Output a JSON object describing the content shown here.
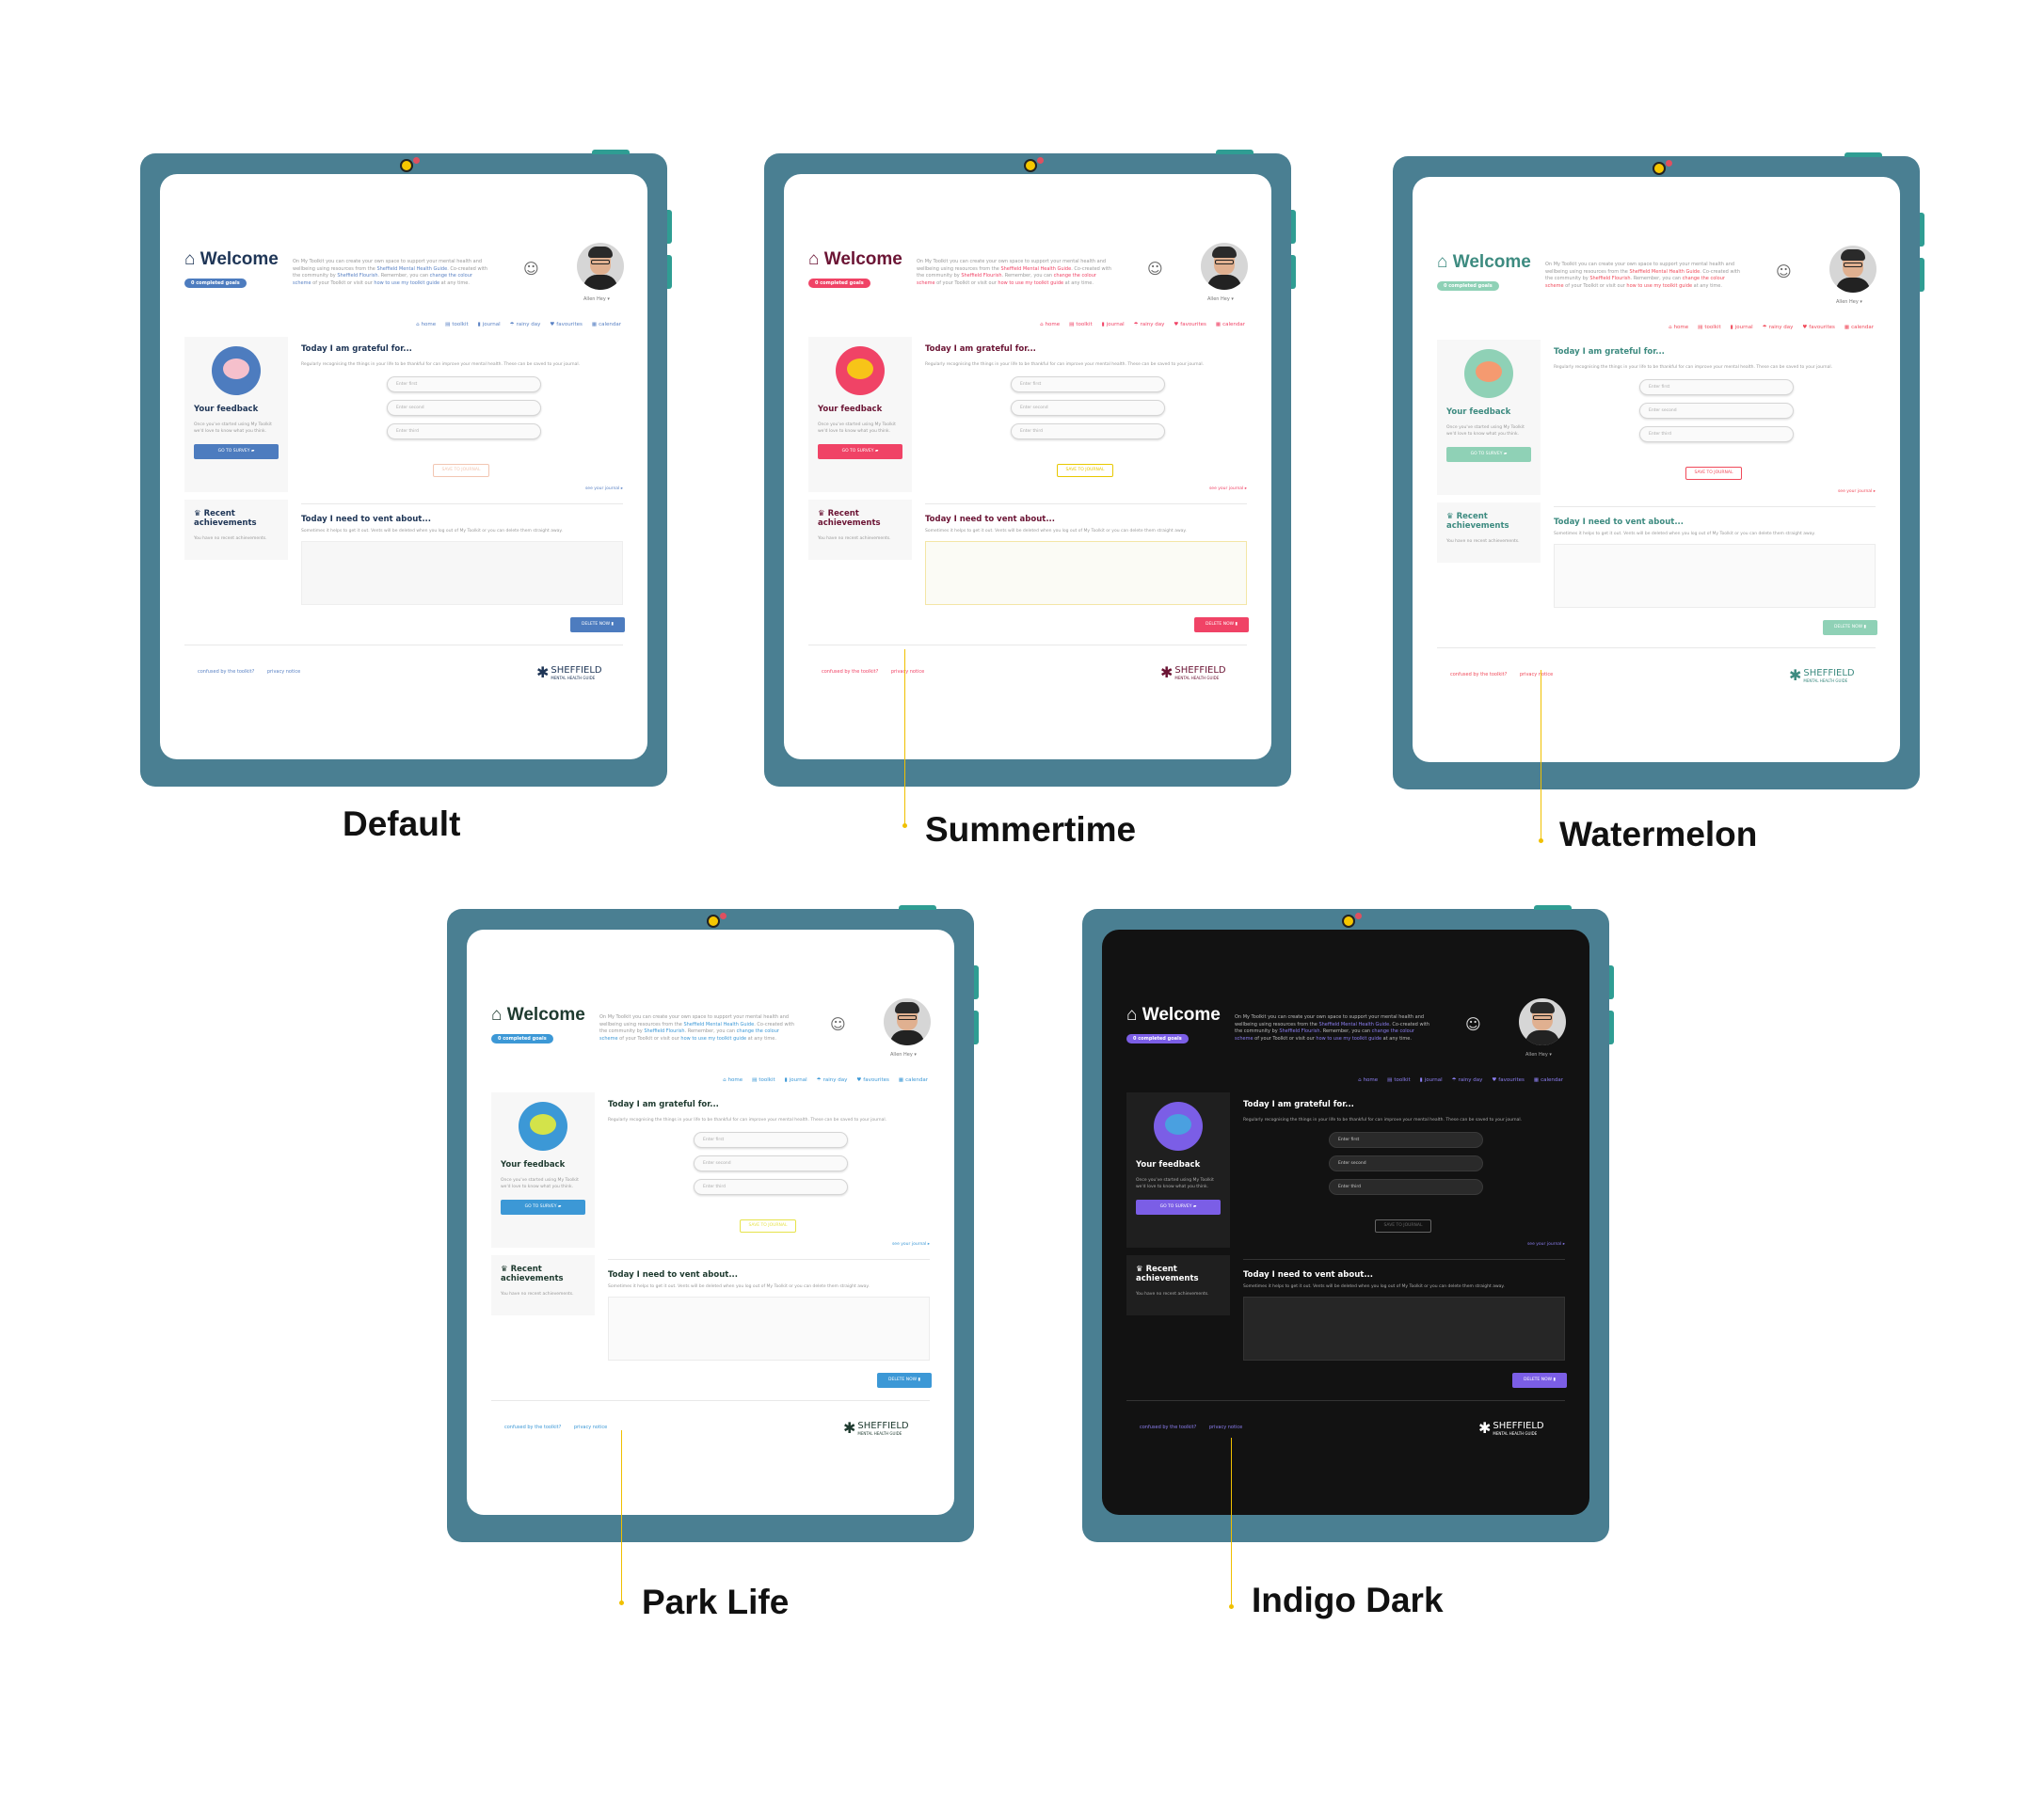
{
  "captions": {
    "default": "Default",
    "summertime": "Summertime",
    "watermelon": "Watermelon",
    "parklife": "Park Life",
    "indigo": "Indigo Dark"
  },
  "app": {
    "title": "Welcome",
    "goals_badge": "0 completed goals",
    "intro_a": "On My Toolkit you can create your own space to support your mental health and wellbeing using resources from the ",
    "intro_link1": "Sheffield Mental Health Guide",
    "intro_b": ". Co-created with the community by ",
    "intro_link2": "Sheffield Flourish",
    "intro_c": ". Remember, you can ",
    "intro_link3": "change the colour scheme",
    "intro_d": " of your Toolkit or visit our ",
    "intro_link4": "how to use my toolkit guide",
    "intro_e": " at any time.",
    "user_name": "Allen Hey ▾",
    "nav": [
      "home",
      "toolkit",
      "journal",
      "rainy day",
      "favourites",
      "calendar"
    ],
    "nav_icons": [
      "house-icon",
      "suitcase-icon",
      "book-icon",
      "umbrella-icon",
      "heart-icon",
      "calendar-icon"
    ],
    "nav_glyphs": [
      "⌂",
      "▤",
      "▮",
      "☂",
      "♥",
      "▦"
    ],
    "feedback": {
      "title": "Your feedback",
      "text": "Once you've started using My Toolkit we'd love to know what you think.",
      "button": "GO TO SURVEY"
    },
    "achievements": {
      "title": "Recent achievements",
      "text": "You have no recent achievements."
    },
    "grateful": {
      "title": "Today I am grateful for...",
      "subtitle": "Regularly recognising the things in your life to be thankful for can improve your mental health. These can be saved to your journal.",
      "placeholders": [
        "Enter first",
        "Enter second",
        "Enter third"
      ],
      "save": "SAVE TO JOURNAL",
      "see": "see your journal ▸"
    },
    "vent": {
      "title": "Today I need to vent about...",
      "subtitle": "Sometimes it helps to get it out. Vents will be deleted when you log out of My Toolkit or you can delete them straight away.",
      "delete": "DELETE NOW"
    },
    "footer": {
      "confused": "confused by the toolkit?",
      "privacy": "privacy notice",
      "logo_main": "SHEFFIELD",
      "logo_sub": "MENTAL HEALTH GUIDE"
    }
  }
}
